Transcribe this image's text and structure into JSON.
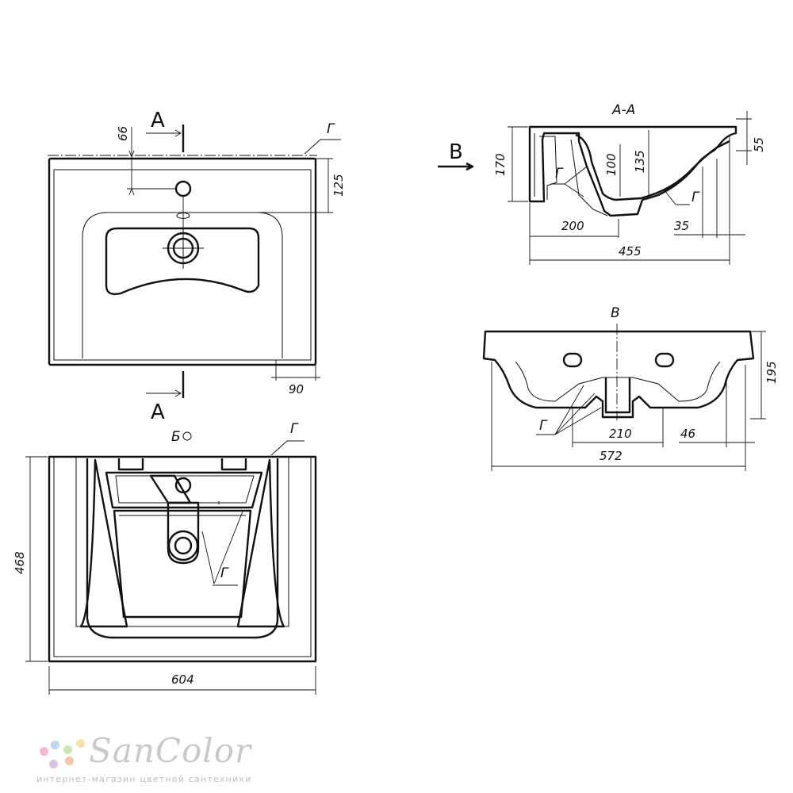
{
  "views": {
    "top_view": {
      "section_mark_top": "A",
      "section_mark_bottom": "A",
      "callout": "Г",
      "dims": {
        "tap_offset": "66",
        "tap_depth": "125",
        "side_edge": "90"
      }
    },
    "bottom_view": {
      "title": "Б",
      "callout_top": "Г",
      "callout_inner": "Г",
      "dims": {
        "height": "468",
        "width": "604"
      }
    },
    "section_aa": {
      "title": "А-А",
      "view_arrow": "В",
      "callout_left": "Г",
      "callout_right": "Г",
      "dims": {
        "depth": "455",
        "drain_pos": "200",
        "front_edge": "35",
        "height": "170",
        "bowl_depth": "135",
        "inner_depth": "100",
        "rim": "55"
      }
    },
    "view_v": {
      "title": "В",
      "callout": "Г",
      "dims": {
        "width": "572",
        "drain_width": "210",
        "edge": "46",
        "height": "195"
      }
    }
  },
  "logo": {
    "name": "SanColor",
    "tagline": "интернет-магазин цветной сантехники",
    "dot_colors": [
      "#f5b9c8",
      "#bcd8f2",
      "#c9e7b3",
      "#f6e2a6",
      "#d9c2ee",
      "#f3c8a9"
    ]
  }
}
